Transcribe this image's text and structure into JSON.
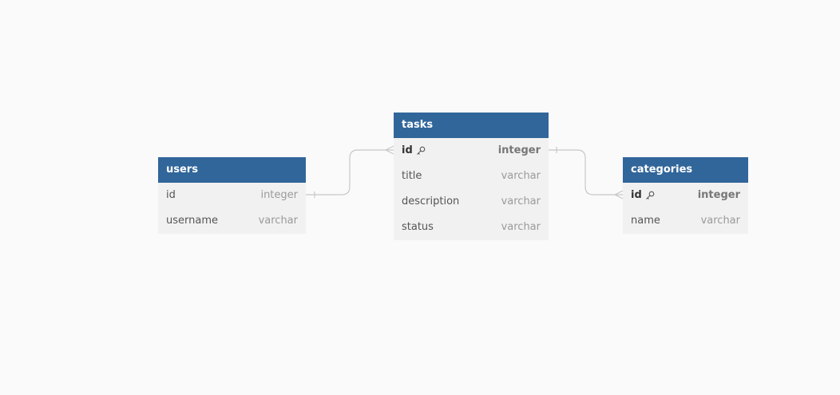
{
  "diagram": {
    "tables": {
      "users": {
        "name": "users",
        "header_color": "#31669a",
        "fields": [
          {
            "name": "id",
            "type": "integer",
            "pk": false
          },
          {
            "name": "username",
            "type": "varchar",
            "pk": false
          }
        ]
      },
      "tasks": {
        "name": "tasks",
        "header_color": "#31669a",
        "fields": [
          {
            "name": "id",
            "type": "integer",
            "pk": true,
            "icon": "key-icon"
          },
          {
            "name": "title",
            "type": "varchar",
            "pk": false
          },
          {
            "name": "description",
            "type": "varchar",
            "pk": false
          },
          {
            "name": "status",
            "type": "varchar",
            "pk": false
          }
        ]
      },
      "categories": {
        "name": "categories",
        "header_color": "#31669a",
        "fields": [
          {
            "name": "id",
            "type": "integer",
            "pk": true,
            "icon": "key-icon"
          },
          {
            "name": "name",
            "type": "varchar",
            "pk": false
          }
        ]
      }
    },
    "relationships": [
      {
        "from": "users.id",
        "from_cardinality": "one",
        "to": "tasks.id",
        "to_cardinality": "many"
      },
      {
        "from": "tasks.id",
        "from_cardinality": "one",
        "to": "categories.id",
        "to_cardinality": "many"
      }
    ],
    "colors": {
      "background": "#fafafa",
      "table_body": "#f1f1f1",
      "connector": "#c8c8c8"
    }
  }
}
